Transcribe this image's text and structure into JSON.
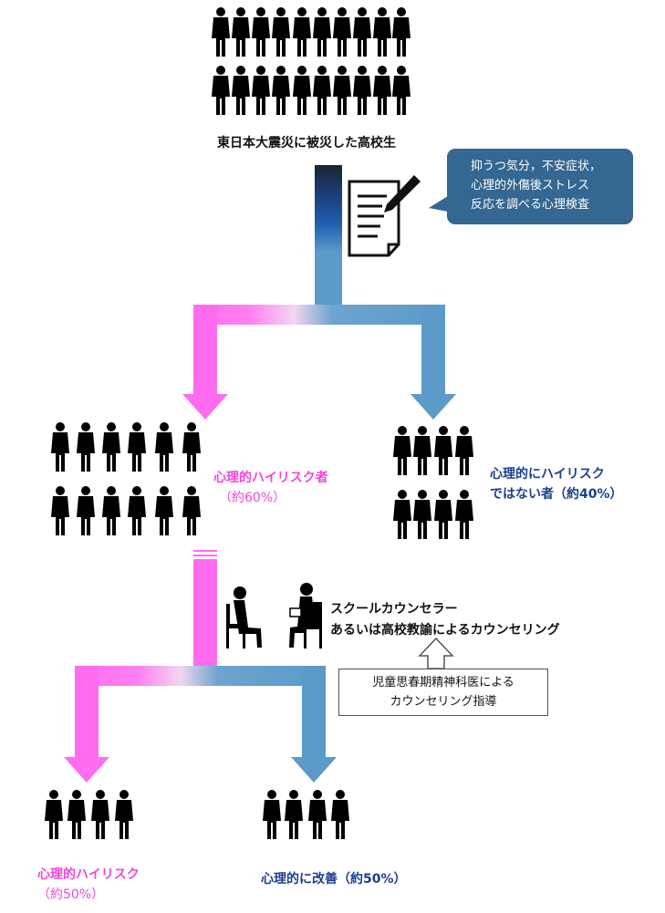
{
  "top_group_label": "東日本大震災に被災した高校生",
  "survey_bubble": {
    "line1": "抑うつ気分，不安症状，",
    "line2": "心理的外傷後ストレス",
    "line3": "反応を調べる心理検査"
  },
  "high_risk": {
    "label": "心理的ハイリスク者",
    "share": "（約60%）"
  },
  "not_high_risk": {
    "label": "心理的にハイリスク",
    "label2": "ではない者（約40%）"
  },
  "counseling": {
    "line1": "スクールカウンセラー",
    "line2": "あるいは高校教諭によるカウンセリング"
  },
  "guidance": {
    "line1": "児童思春期精神科医による",
    "line2": "カウンセリング指導"
  },
  "outcome_high_risk": {
    "label": "心理的ハイリスク",
    "share": "（約50%）"
  },
  "outcome_improved": {
    "label": "心理的に改善（約50%）"
  },
  "colors": {
    "pink": "#f544d9",
    "blue": "#1b3f8f",
    "arrow_blue": "#5b9ac9",
    "arrow_pink": "#ff6cf0",
    "bubble": "#346791",
    "dark_bar": "#1a2430"
  },
  "icons": {
    "people": "student-silhouette-icon",
    "document": "document-pen-icon",
    "counselor": "counseling-session-icon",
    "up_arrow": "outline-up-arrow-icon"
  }
}
